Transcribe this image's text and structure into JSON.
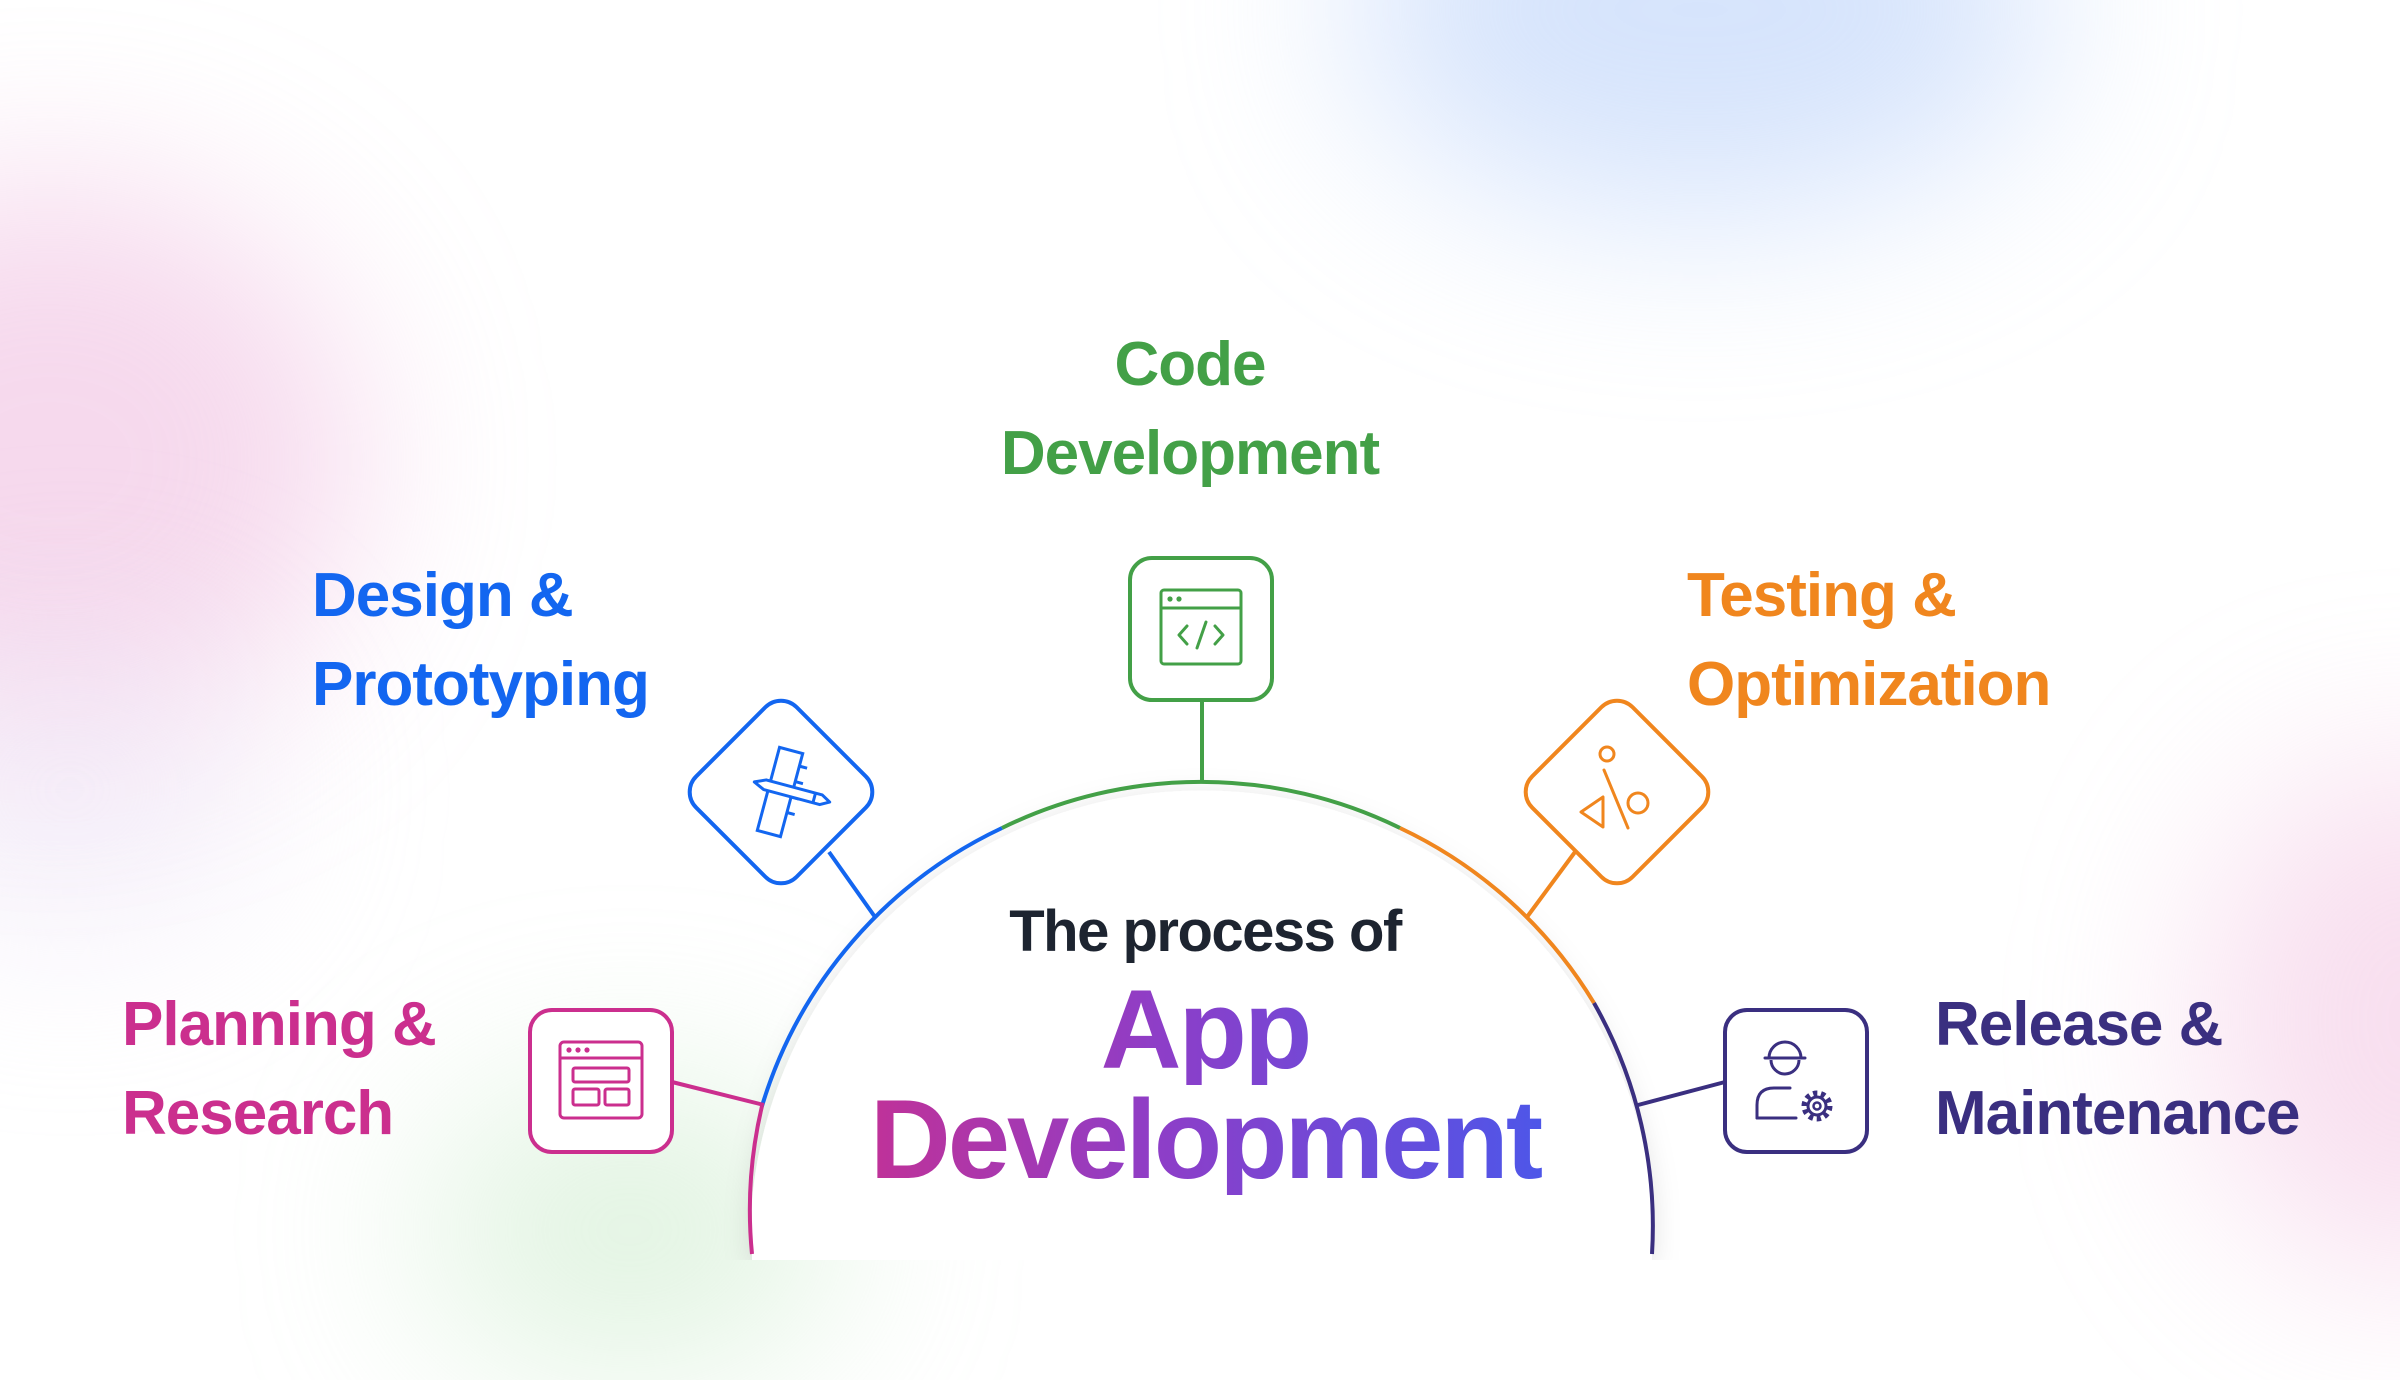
{
  "center": {
    "subtitle": "The process of",
    "title_line1": "App",
    "title_line2": "Development"
  },
  "stages": {
    "code": {
      "line1": "Code",
      "line2": "Development",
      "icon": "code-window-icon",
      "color": "#43a047"
    },
    "design": {
      "line1": "Design &",
      "line2": "Prototyping",
      "icon": "ruler-pencil-icon",
      "color": "#1366f0"
    },
    "testing": {
      "line1": "Testing &",
      "line2": "Optimization",
      "icon": "percent-icon",
      "color": "#f0861e"
    },
    "planning": {
      "line1": "Planning &",
      "line2": "Research",
      "icon": "layout-window-icon",
      "color": "#cb2f8e"
    },
    "release": {
      "line1": "Release &",
      "line2": "Maintenance",
      "icon": "engineer-gear-icon",
      "color": "#3a2f80"
    }
  }
}
